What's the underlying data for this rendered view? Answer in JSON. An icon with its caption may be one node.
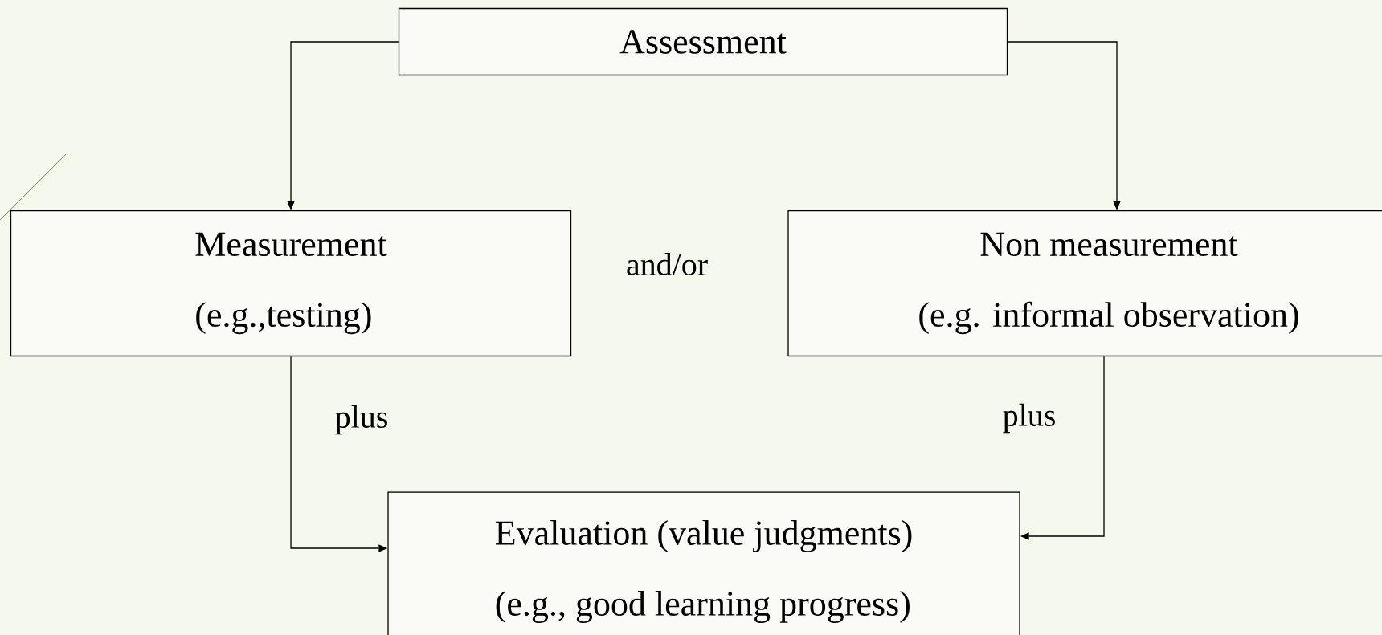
{
  "diagram": {
    "nodes": [
      {
        "text": [
          "Assessment"
        ]
      },
      {
        "text": [
          "Measurement",
          "(e.g.,testing)"
        ]
      },
      {
        "text": [
          "Non measurement",
          "(e.g. informal observation)"
        ]
      },
      {
        "text": [
          "Evaluation (value judgments)",
          "(e.g., good learning progress)"
        ]
      }
    ],
    "edges": [
      {
        "from": 0,
        "to": 1,
        "arrow": "to"
      },
      {
        "from": 0,
        "to": 2,
        "arrow": "to"
      },
      {
        "from": 1,
        "to": 3,
        "arrow": "to",
        "label": "plus"
      },
      {
        "from": 2,
        "to": 3,
        "arrow": "to",
        "label": "plus"
      }
    ],
    "labels": [
      "and/or"
    ]
  }
}
